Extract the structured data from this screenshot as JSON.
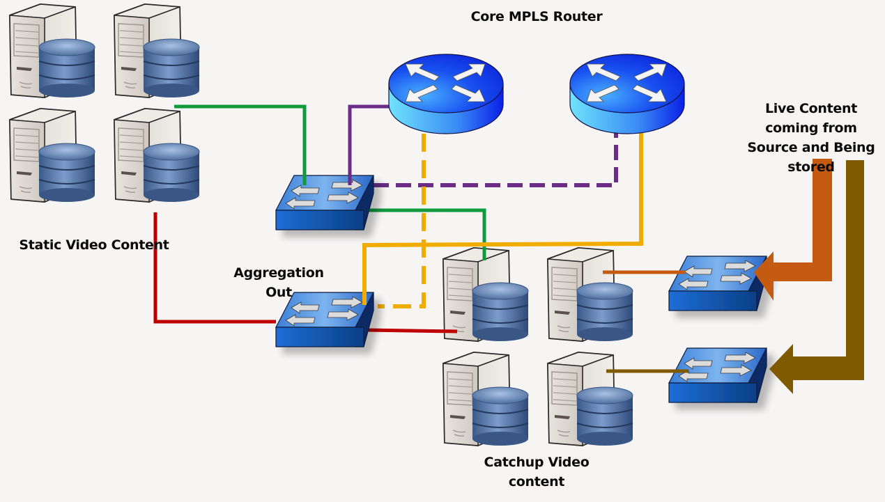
{
  "labels": {
    "core_router": "Core MPLS Router",
    "static_content": "Static Video Content",
    "aggregation_line1": "Aggregation",
    "aggregation_line2": "Out",
    "live_line1": "Live Content",
    "live_line2": "coming from",
    "live_line3": "Source and Being",
    "live_line4": "stored",
    "catchup_line1": "Catchup Video",
    "catchup_line2": "content"
  },
  "colors": {
    "green_link": "#0f9a3c",
    "purple_link": "#6a2c86",
    "yellow_link": "#f0ac00",
    "red_link": "#c00000",
    "orange_feed": "#c55a11",
    "brown_feed": "#7f5a00",
    "router_blue": "#0a2ee0",
    "switch_blue": "#1f6fd0",
    "background": "#f6f5f4"
  },
  "nodes": {
    "static_servers": [
      "static-server-1",
      "static-server-2",
      "static-server-3",
      "static-server-4"
    ],
    "catchup_servers": [
      "catchup-server-1",
      "catchup-server-2",
      "catchup-server-3",
      "catchup-server-4"
    ],
    "routers": [
      "core-router-1",
      "core-router-2"
    ],
    "switches": [
      "core-switch",
      "aggregation-switch",
      "live-switch-1",
      "live-switch-2"
    ]
  }
}
